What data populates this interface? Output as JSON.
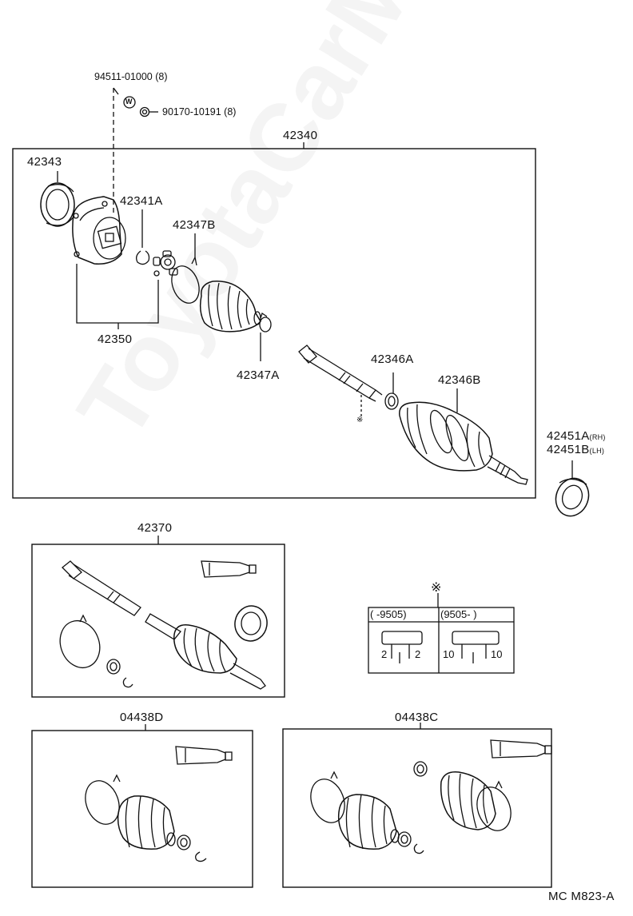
{
  "watermark": "ToyotaCarMine.ru",
  "labels": {
    "p94511": "94511-01000 (8)",
    "p90170": "90170-10191 (8)",
    "p42340": "42340",
    "p42343": "42343",
    "p42341A": "42341A",
    "p42347B": "42347B",
    "p42350": "42350",
    "p42347A": "42347A",
    "p42346A": "42346A",
    "p42346B": "42346B",
    "p42451A": "42451A",
    "p42451A_sub": "(RH)",
    "p42451B": "42451B",
    "p42451B_sub": "(LH)",
    "p42370": "42370",
    "p04438D": "04438D",
    "p04438C": "04438C",
    "footer": "MC M823-A"
  },
  "icons": {
    "w_circle": "W",
    "star_mark": "※",
    "small_mark": "※"
  },
  "table": {
    "mark": "※",
    "col1_header": "(    -9505)",
    "col2_header": "(9505-      )",
    "col1_left": "2",
    "col1_right": "2",
    "col2_left": "10",
    "col2_right": "10"
  }
}
